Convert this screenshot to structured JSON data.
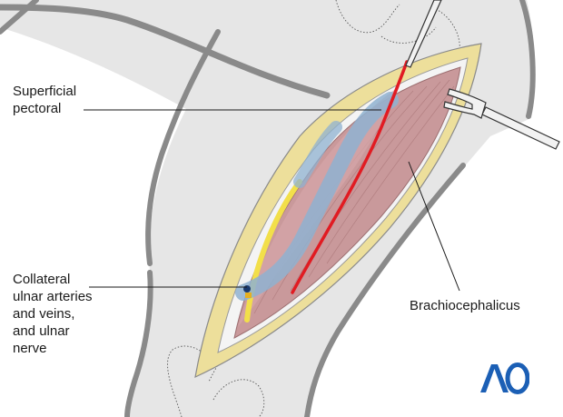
{
  "labels": {
    "superficial_pectoral": [
      "Superficial",
      "pectoral"
    ],
    "collateral": [
      "Collateral",
      "ulnar arteries",
      "and veins,",
      "and ulnar",
      "nerve"
    ],
    "brachiocephalicus": "Brachiocephalicus"
  },
  "logo": {
    "text": "AO",
    "color": "#1b5fb5"
  },
  "colors": {
    "limb_fill": "#e6e6e6",
    "limb_outline": "#8a8a8a",
    "fat": "#eddf9b",
    "muscle": "#c9999b",
    "vessel_blue": "#8fb2d0",
    "nerve_yellow": "#f2df4a",
    "artery_red": "#e11b22"
  }
}
